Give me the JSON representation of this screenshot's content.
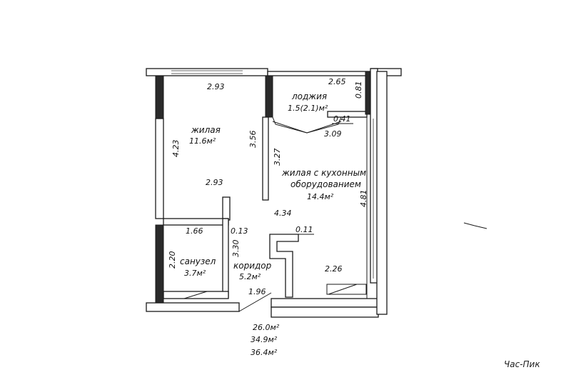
{
  "rooms": {
    "living1": {
      "name": "жилая",
      "area": "11.6м²"
    },
    "loggia": {
      "name": "лоджия",
      "area": "1.5(2.1)м²"
    },
    "living_kitchen": {
      "name_line1": "жилая с кухонным",
      "name_line2": "оборудованием",
      "area": "14.4м²"
    },
    "bathroom": {
      "name": "санузел",
      "area": "3.7м²"
    },
    "corridor": {
      "name": "коридор",
      "area": "5.2м²"
    }
  },
  "dimensions": {
    "top_left_width": "2.93",
    "left_height": "4.23",
    "partition_height": "3.56",
    "mid_width": "2.93",
    "loggia_width": "2.65",
    "loggia_depth": "0.81",
    "loggia_step": "0.41",
    "balcony_door": "3.09",
    "kitchen_height": "3.27",
    "right_height": "4.81",
    "hall_width": "4.34",
    "bath_width": "1.66",
    "wall_013": "0.13",
    "bath_depth": "3.30",
    "wall_011": "0.11",
    "bath_height": "2.20",
    "kitchen_bottom": "2.26",
    "corridor_width": "1.96"
  },
  "totals": {
    "living_area": "26.0м²",
    "total_area": "34.9м²",
    "total_with_loggia": "36.4м²"
  },
  "watermark": "Час-Пик"
}
